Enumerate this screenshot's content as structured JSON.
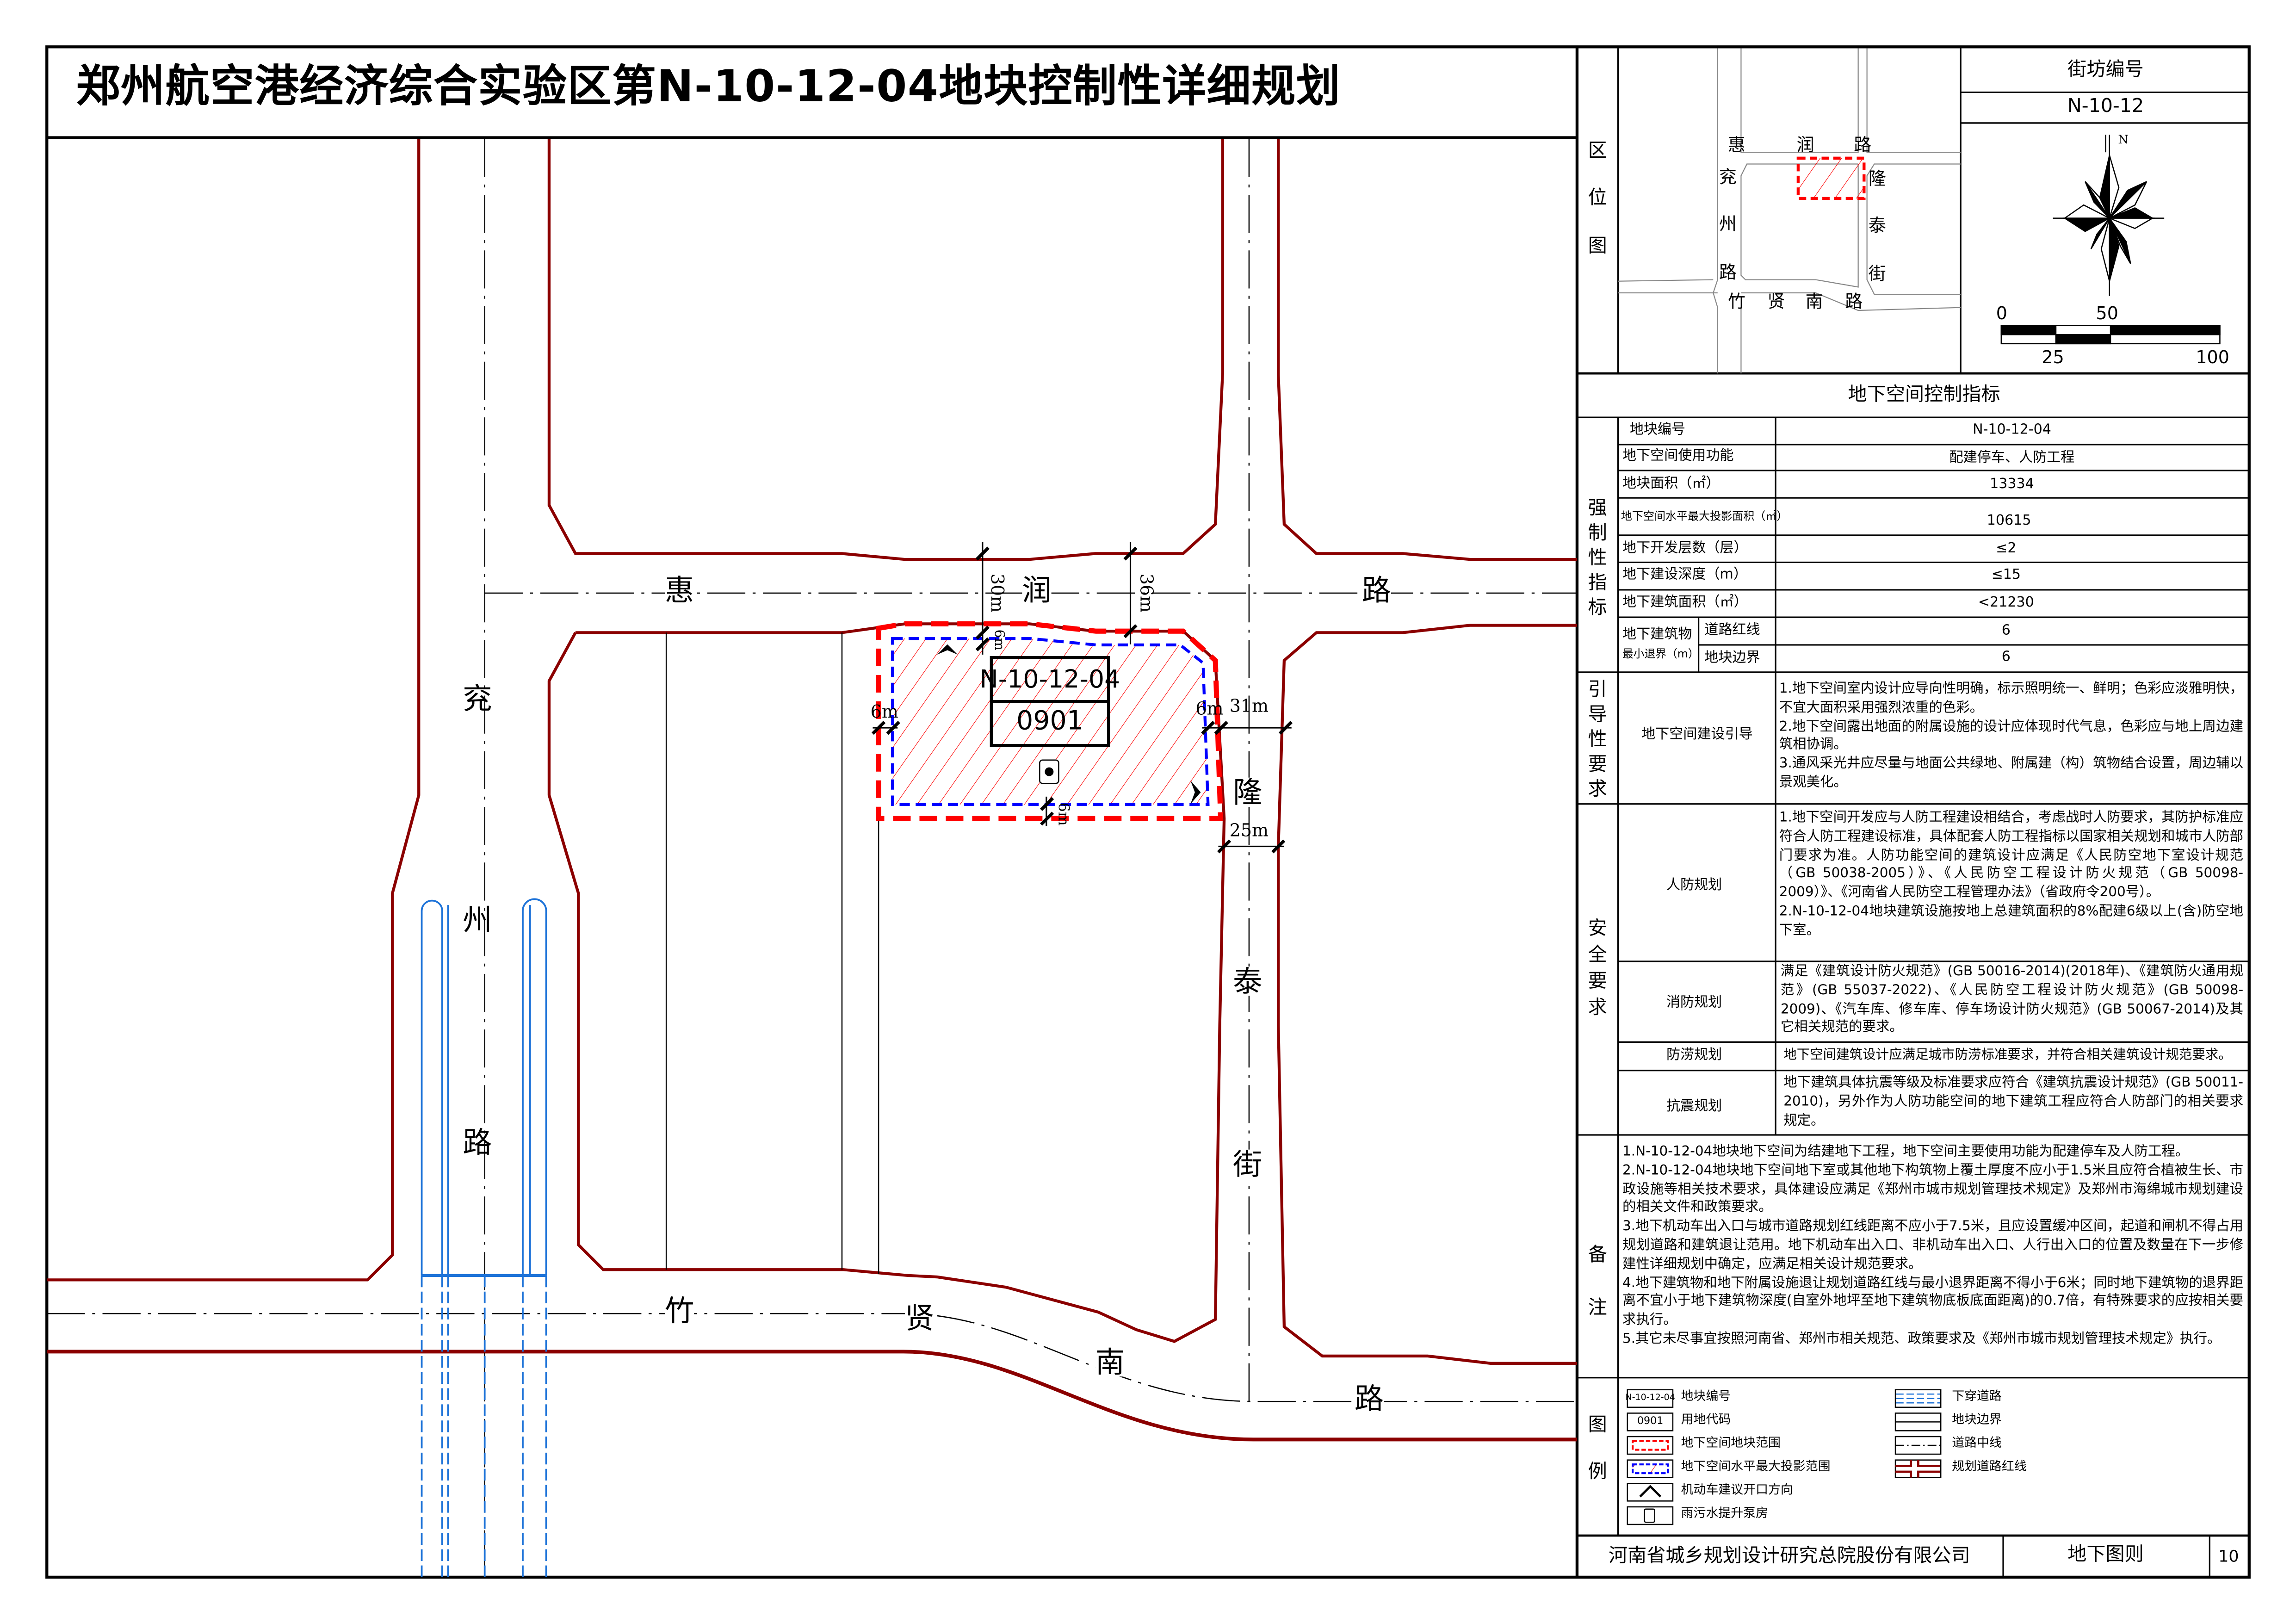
{
  "title": "郑州航空港经济综合实验区第N-10-12-04地块控制性详细规划",
  "map": {
    "roads": {
      "yanzhou": [
        "兖",
        "州",
        "路"
      ],
      "huirun": [
        "惠",
        "润",
        "路"
      ],
      "longtai": [
        "隆",
        "泰",
        "街"
      ],
      "zhuxian": [
        "竹",
        "贤",
        "南",
        "路"
      ]
    },
    "parcel_code": "N-10-12-04",
    "land_use_code": "0901",
    "dimensions": {
      "d30": "30m",
      "d36": "36m",
      "top_setback": "6m",
      "left_setback": "6m",
      "right_setback": "6m",
      "bottom_setback": "6m",
      "d31": "31m",
      "d25": "25m"
    },
    "colors": {
      "redline": "#8b0000",
      "boundary": "#ff0000",
      "projection": "#0000ff",
      "subway": "#1e73d8"
    }
  },
  "location": {
    "label": [
      "区",
      "位",
      "图"
    ],
    "roads": {
      "huirun": [
        "惠",
        "润",
        "路"
      ],
      "yanzhou": [
        "兖",
        "州",
        "路"
      ],
      "longtai": [
        "隆",
        "泰",
        "街"
      ],
      "zhuxian": [
        "竹",
        "贤",
        "南",
        "路"
      ]
    }
  },
  "block": {
    "label": "街坊编号",
    "value": "N-10-12"
  },
  "compass": {
    "north": "N"
  },
  "scale_bar": {
    "top": [
      "0",
      "50"
    ],
    "bottom": [
      "25",
      "100"
    ]
  },
  "indicators": {
    "header": "地下空间控制指标",
    "parcel_label": "地块编号",
    "parcel_value": "N-10-12-04",
    "group_label": [
      "强",
      "制",
      "性",
      "指",
      "标"
    ],
    "rows": [
      {
        "label": "地下空间使用功能",
        "value": "配建停车、人防工程"
      },
      {
        "label": "地块面积（㎡）",
        "value": "13334"
      },
      {
        "label": "地下空间水平最大投影面积（㎡）",
        "value": "10615"
      },
      {
        "label": "地下开发层数（层）",
        "value": "≤2"
      },
      {
        "label": "地下建设深度（m）",
        "value": "≤15"
      },
      {
        "label": "地下建筑面积（㎡）",
        "value": "<21230"
      }
    ],
    "setback_label": [
      "地下建筑物",
      "最小退界（m）"
    ],
    "setback_rows": [
      {
        "label": "道路红线",
        "value": "6"
      },
      {
        "label": "地块边界",
        "value": "6"
      }
    ]
  },
  "guidance": {
    "group_label": [
      "引",
      "导",
      "性",
      "要",
      "求"
    ],
    "label": "地下空间建设引导",
    "items": [
      "1.地下空间室内设计应导向性明确，标示照明统一、鲜明；色彩应淡雅明快，不宜大面积采用强烈浓重的色彩。",
      "2.地下空间露出地面的附属设施的设计应体现时代气息，色彩应与地上周边建筑相协调。",
      "3.通风采光井应尽量与地面公共绿地、附属建（构）筑物结合设置，周边辅以景观美化。"
    ]
  },
  "safety": {
    "group_label": [
      "安",
      "全",
      "要",
      "求"
    ],
    "civil_defense": {
      "label": "人防规划",
      "items": [
        "1.地下空间开发应与人防工程建设相结合，考虑战时人防要求，其防护标准应符合人防工程建设标准，具体配套人防工程指标以国家相关规划和城市人防部门要求为准。人防功能空间的建筑设计应满足《人民防空地下室设计规范（GB 50038-2005）》、《人民防空工程设计防火规范（GB 50098-2009）》、《河南省人民防空工程管理办法》（省政府令200号）。",
        "2.N-10-12-04地块建筑设施按地上总建筑面积的8%配建6级以上(含)防空地下室。"
      ]
    },
    "fire": {
      "label": "消防规划",
      "text": "满足《建筑设计防火规范》(GB 50016-2014)(2018年)、《建筑防火通用规范》(GB 55037-2022)、《人民防空工程设计防火规范》(GB 50098-2009)、《汽车库、修车库、停车场设计防火规范》(GB 50067-2014)及其它相关规范的要求。"
    },
    "flood": {
      "label": "防涝规划",
      "text": "地下空间建筑设计应满足城市防涝标准要求，并符合相关建筑设计规范要求。"
    },
    "seismic": {
      "label": "抗震规划",
      "text": "地下建筑具体抗震等级及标准要求应符合《建筑抗震设计规范》(GB 50011-2010)，另外作为人防功能空间的地下建筑工程应符合人防部门的相关要求规定。"
    }
  },
  "notes": {
    "group_label": [
      "备",
      "注"
    ],
    "items": [
      "1.N-10-12-04地块地下空间为结建地下工程，地下空间主要使用功能为配建停车及人防工程。",
      "2.N-10-12-04地块地下空间地下室或其他地下构筑物上覆土厚度不应小于1.5米且应符合植被生长、市政设施等相关技术要求，具体建设应满足《郑州市城市规划管理技术规定》及郑州市海绵城市规划建设的相关文件和政策要求。",
      "3.地下机动车出入口与城市道路规划红线距离不应小于7.5米，且应设置缓冲区间，起道和闸机不得占用规划道路和建筑退让范用。地下机动车出入口、非机动车出入口、人行出入口的位置及数量在下一步修建性详细规划中确定，应满足相关设计规范要求。",
      "4.地下建筑物和地下附属设施退让规划道路红线与最小退界距离不得小于6米；同时地下建筑物的退界距离不宜小于地下建筑物深度(自室外地坪至地下建筑物底板底面距离)的0.7倍，有特殊要求的应按相关要求执行。",
      "5.其它未尽事宜按照河南省、郑州市相关规范、政策要求及《郑州市城市规划管理技术规定》执行。"
    ]
  },
  "legend": {
    "group_label": [
      "图",
      "例"
    ],
    "left": [
      {
        "symbol": "N-10-12-04",
        "label": "地块编号"
      },
      {
        "symbol": "0901",
        "label": "用地代码"
      },
      {
        "label": "地下空间地块范围"
      },
      {
        "label": "地下空间水平最大投影范围"
      },
      {
        "label": "机动车建议开口方向"
      },
      {
        "label": "雨污水提升泵房"
      }
    ],
    "right": [
      {
        "label": "下穿道路"
      },
      {
        "label": "地块边界"
      },
      {
        "label": "道路中线"
      },
      {
        "label": "规划道路红线"
      }
    ]
  },
  "footer": {
    "company": "河南省城乡规划设计研究总院股份有限公司",
    "sheet": "地下图则",
    "page": "10"
  }
}
